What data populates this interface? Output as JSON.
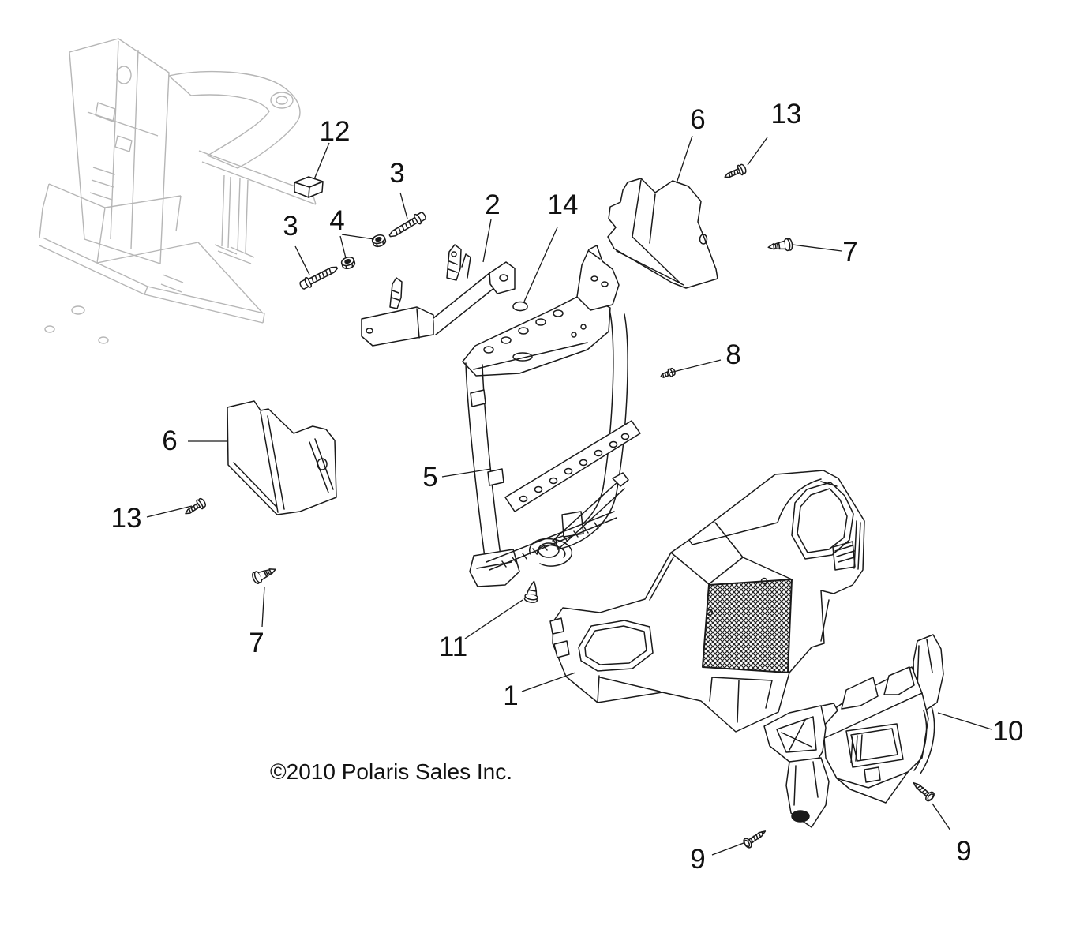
{
  "copyright": "©2010 Polaris Sales Inc.",
  "colors": {
    "line": "#1a1a1a",
    "ghost": "#b6b6b6",
    "background": "#ffffff"
  },
  "callouts": [
    {
      "label": "12"
    },
    {
      "label": "3"
    },
    {
      "label": "4"
    },
    {
      "label": "3"
    },
    {
      "label": "2"
    },
    {
      "label": "14"
    },
    {
      "label": "6"
    },
    {
      "label": "13"
    },
    {
      "label": "7"
    },
    {
      "label": "8"
    },
    {
      "label": "6"
    },
    {
      "label": "13"
    },
    {
      "label": "5"
    },
    {
      "label": "7"
    },
    {
      "label": "11"
    },
    {
      "label": "1"
    },
    {
      "label": "10"
    },
    {
      "label": "9"
    },
    {
      "label": "9"
    }
  ]
}
